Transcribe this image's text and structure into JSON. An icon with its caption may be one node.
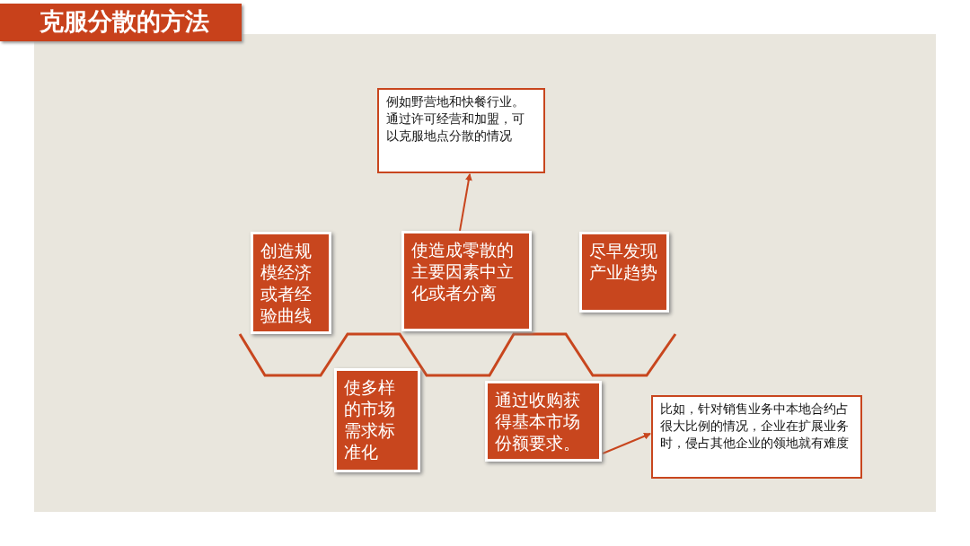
{
  "diagram": {
    "title": "克服分散的方法",
    "nodes": [
      {
        "text": [
          "例如野营地和快餐行业。通过许可经营和加盟，可以克服地点分散的情况"
        ]
      },
      {
        "text": [
          "创造规模经济或者经验曲线"
        ]
      },
      {
        "text": [
          "使造成零散的主要因素中立化或者分离"
        ]
      },
      {
        "text": [
          "尽早发现产业趋势"
        ]
      },
      {
        "text": [
          "使多样的市场需求标准化"
        ]
      },
      {
        "text": [
          "通过收购获得基本市场份额要求。"
        ]
      },
      {
        "text": [
          "比如，针对销售业务中本地合约占很大比例的情况，企业在扩展业务时，侵占其他企业的领地就有难度"
        ]
      }
    ],
    "edges": [
      {
        "from": 2,
        "to": 0,
        "arrow": "to"
      },
      {
        "from": 5,
        "to": 6,
        "arrow": "to"
      }
    ]
  }
}
